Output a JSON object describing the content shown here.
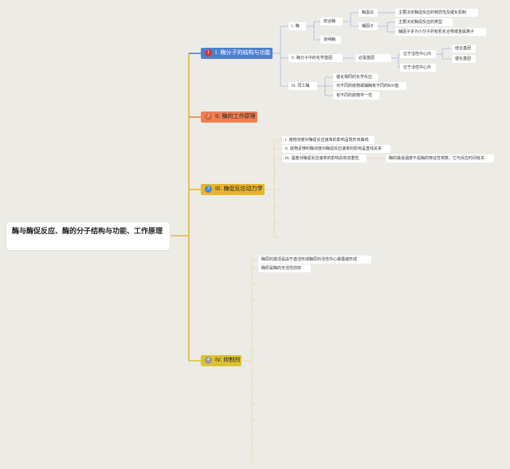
{
  "root": {
    "title": "酶与酶促反应、酶的分子结构与功能、工作原理"
  },
  "branches": {
    "b1": {
      "num": "1",
      "label": "I. 酶分子的结构与功能"
    },
    "b2": {
      "num": "2",
      "label": "II. 酶的工作原理"
    },
    "b3": {
      "num": "3",
      "label": "III. 酶促反应动力学"
    },
    "b4": {
      "num": "4",
      "label": "IV. 抑制剂"
    }
  },
  "b1": {
    "enzyme": "i. 酶",
    "conjugated": "结合酶",
    "apoenzyme": "酶蛋白",
    "apoenzyme_note": "主要决定酶促反应的特异性及催化机制",
    "cofactor": "辅因子",
    "cofactor_note1": "主要决定酶促反应的类型",
    "cofactor_note2": "辅因子多为小分子的有机化合物或金属离子",
    "simple": "单纯酶",
    "groups": "ii. 酶分子中的化学基团",
    "essential": "必需基团",
    "inside": "位于活性中心内",
    "binding": "结合基团",
    "catalytic": "催化基团",
    "outside": "位于活性中心外",
    "isozyme": "iii. 同工酶",
    "iso1": "催化相同的化学反应",
    "iso2": "对不同的底物或辅酶有不同的Km值",
    "iso3": "有不同的底物专一性"
  },
  "b3": {
    "k1": "i. 底物浓度对酶促反应速率的影响呈矩形双曲线",
    "k2": "ii. 底物足够时酶浓度对酶促反应速率的影响呈直线关系",
    "k3": "iii. 温度对酶促反应速率的影响具有双重性",
    "k3_note": "酶的最适温度不是酶的特征性常数，它与反应时间有关"
  },
  "b4": {
    "i1": "酶原的激活是由于激活形成酶原的活性中心暴露或形成",
    "i2": "酶原是酶的无活性前体"
  },
  "colors": {
    "b1": "#4e7fd0",
    "b2": "#ef7f54",
    "b3": "#e9b52e",
    "b4": "#dcc331",
    "trunk": "#e5b63b"
  }
}
